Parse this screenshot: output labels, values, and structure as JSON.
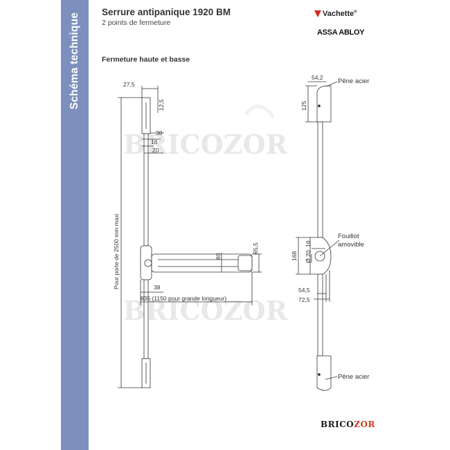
{
  "sidebar": {
    "label": "Schéma technique"
  },
  "header": {
    "title": "Serrure antipanique 1920 BM",
    "subtitle": "2 points de fermeture",
    "brand": "Vachette",
    "group": "ASSA ABLOY"
  },
  "section": {
    "label": "Fermeture haute et basse"
  },
  "watermark": "BRICOZOR",
  "colors": {
    "sidebar": "#7d90bd",
    "lines": "#333333",
    "accent_red": "#d42a1e"
  },
  "front_view": {
    "dim_top_width": "27,5",
    "dim_top_height": "12,5",
    "dim_38_top": "38",
    "dim_16_top": "16",
    "dim_20_top": "20",
    "dim_bar_height": "60",
    "dim_bar_height_total": "65,5",
    "dim_38_bottom": "38",
    "dim_bar_length": "835 (1150 pour grande longueur)",
    "dim_vertical": "Pour porte de 2500 mm maxi"
  },
  "side_view": {
    "dim_top_width": "54,2",
    "callout_top": "Pêne acier",
    "dim_top_height": "125",
    "dim_16": "16",
    "dim_20": "Ø 20",
    "dim_168": "168",
    "callout_cylinder_1": "Fouillot",
    "callout_cylinder_2": "amovible",
    "dim_545": "54,5",
    "dim_725": "72,5",
    "callout_bottom": "Pêne acier"
  },
  "footer": {
    "logo_main": "BRICO",
    "logo_accent": "ZOR"
  }
}
